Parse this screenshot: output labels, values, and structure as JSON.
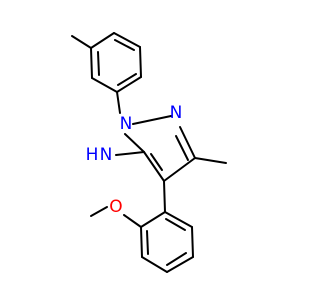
{
  "molecule": {
    "colors": {
      "bond": "#000000",
      "nitrogen": "#0000ff",
      "oxygen": "#ff0000",
      "background": "#ffffff"
    },
    "atom_labels": {
      "n1": "N",
      "n2": "N",
      "h2": "H",
      "n_amine": "N",
      "o": "O"
    }
  }
}
